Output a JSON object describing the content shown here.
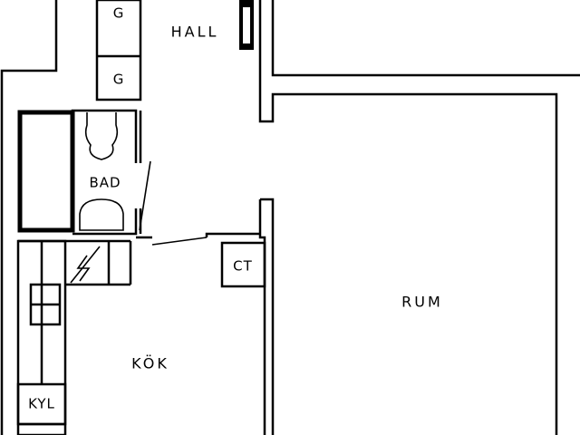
{
  "plan": {
    "rooms": {
      "hall": "HALL",
      "bad": "BAD",
      "rum": "RUM",
      "kok": "KÖK",
      "kyl": "KYL"
    },
    "fixtures": {
      "wardrobe_1": "G",
      "wardrobe_2": "G",
      "closet": "CT"
    }
  }
}
